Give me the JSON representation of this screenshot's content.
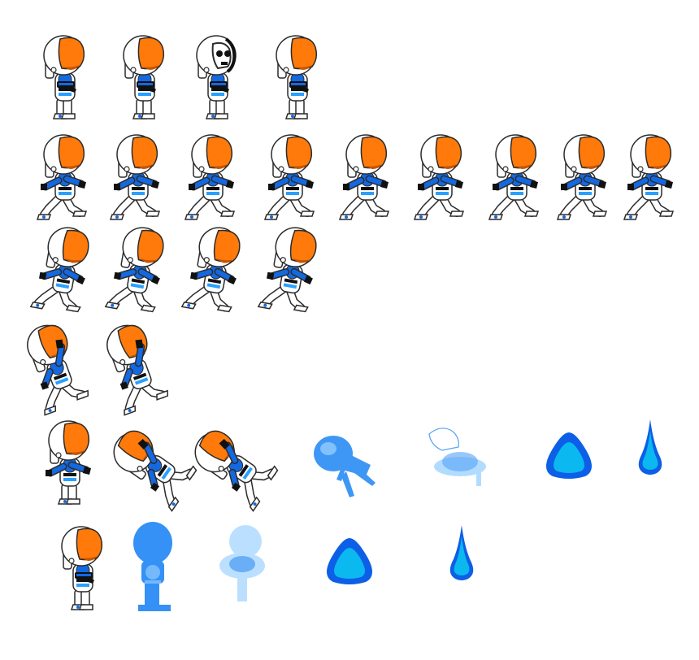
{
  "sheet": {
    "background": "#ffffff",
    "colors": {
      "helmet": "#ff7a0a",
      "helmet_shade": "#c95400",
      "suit": "#ffffff",
      "outline": "#2b2b2b",
      "accent": "#1469e0",
      "accent_light": "#2aa0ff",
      "glove": "#111111",
      "ghost": "#2b8cf5",
      "ghost_light": "#9fd4ff",
      "drop_dark": "#0c5fe6",
      "drop_light": "#0bb8f0"
    },
    "rows": [
      {
        "name": "idle",
        "frames": [
          "idle",
          "idle",
          "skull",
          "idle"
        ]
      },
      {
        "name": "walk",
        "frames": [
          "walk",
          "walk",
          "walk",
          "walk",
          "walk",
          "walk",
          "walk",
          "walk",
          "walk"
        ]
      },
      {
        "name": "run",
        "frames": [
          "run",
          "run",
          "run",
          "run"
        ]
      },
      {
        "name": "jump",
        "frames": [
          "jump",
          "jump"
        ]
      },
      {
        "name": "death",
        "frames": [
          "hit",
          "fall",
          "fall",
          "ghost-fall",
          "ghost-puddle",
          "blob",
          "drop"
        ]
      },
      {
        "name": "melt",
        "frames": [
          "idle",
          "ghost-stand",
          "ghost-melt",
          "blob",
          "drop"
        ]
      }
    ]
  }
}
